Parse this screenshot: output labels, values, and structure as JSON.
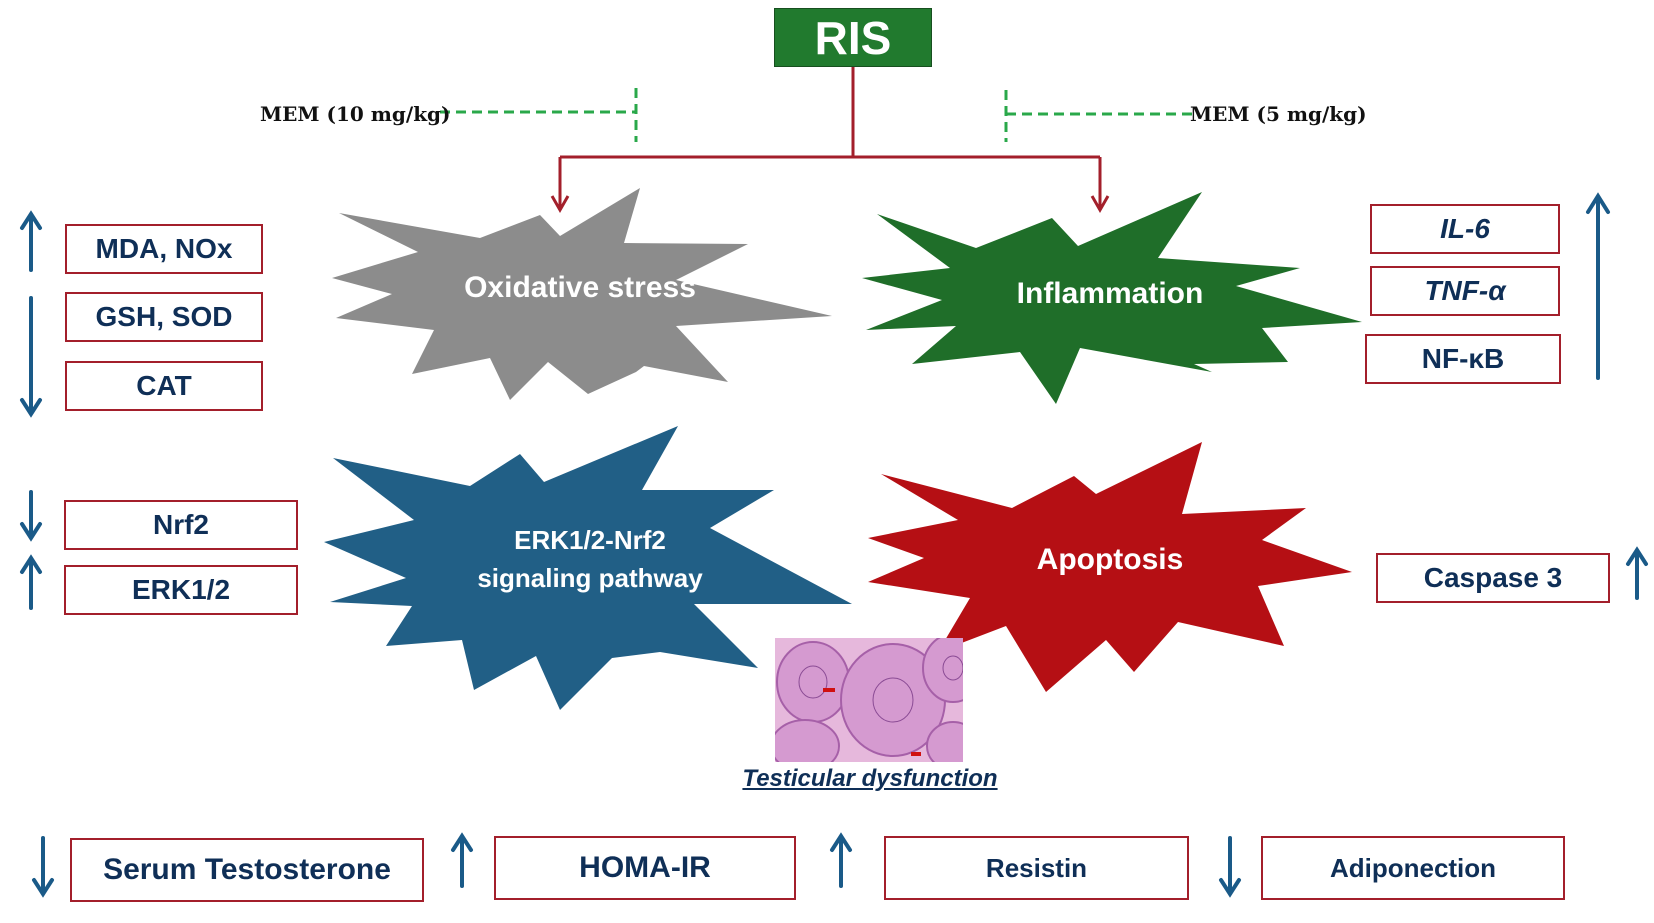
{
  "root": {
    "label": "RIS",
    "color": "#217a2e"
  },
  "inhibitors": {
    "left": "MEM (10 mg/kg)",
    "right": "MEM (5 mg/kg)"
  },
  "bursts": {
    "oxidative": {
      "label": "Oxidative stress",
      "color": "#8c8c8c"
    },
    "inflammation": {
      "label": "Inflammation",
      "color": "#1f6e29"
    },
    "erk": {
      "line1": "ERK1/2-Nrf2",
      "line2": "signaling pathway",
      "color": "#215f86"
    },
    "apoptosis": {
      "label": "Apoptosis",
      "color": "#b50f14"
    }
  },
  "left_markers": [
    {
      "label": "MDA, NOx",
      "direction": "up"
    },
    {
      "label": "GSH, SOD",
      "direction": "down"
    },
    {
      "label": "CAT",
      "direction": "down"
    },
    {
      "label": "Nrf2",
      "direction": "down"
    },
    {
      "label": "ERK1/2",
      "direction": "up"
    }
  ],
  "right_markers": [
    {
      "label": "IL-6",
      "direction": "up"
    },
    {
      "label": "TNF-α",
      "direction": "up"
    },
    {
      "label": "NF-κB",
      "direction": "up"
    },
    {
      "label": "Caspase 3",
      "direction": "up"
    }
  ],
  "histology_caption": "Testicular dysfunction",
  "bottom_markers": [
    {
      "label": "Serum Testosterone",
      "direction": "down"
    },
    {
      "label": "HOMA-IR",
      "direction": "up"
    },
    {
      "label": "Resistin",
      "direction": "up"
    },
    {
      "label": "Adiponection",
      "direction": "down"
    }
  ],
  "colors": {
    "arrow": "#1a5a88",
    "box_border": "#a31f2b",
    "box_text": "#0f2f57",
    "inhibit": "#2aa84a",
    "connector": "#a31f2b"
  }
}
